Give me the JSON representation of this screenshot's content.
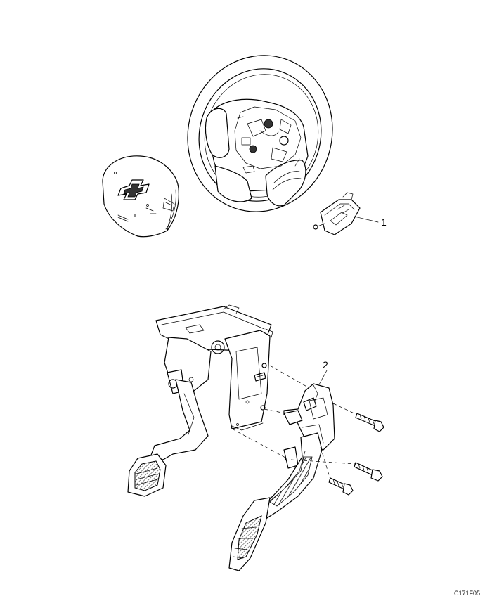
{
  "callouts": {
    "item_1": "1",
    "item_2": "2"
  },
  "figure_code": "C171F05"
}
